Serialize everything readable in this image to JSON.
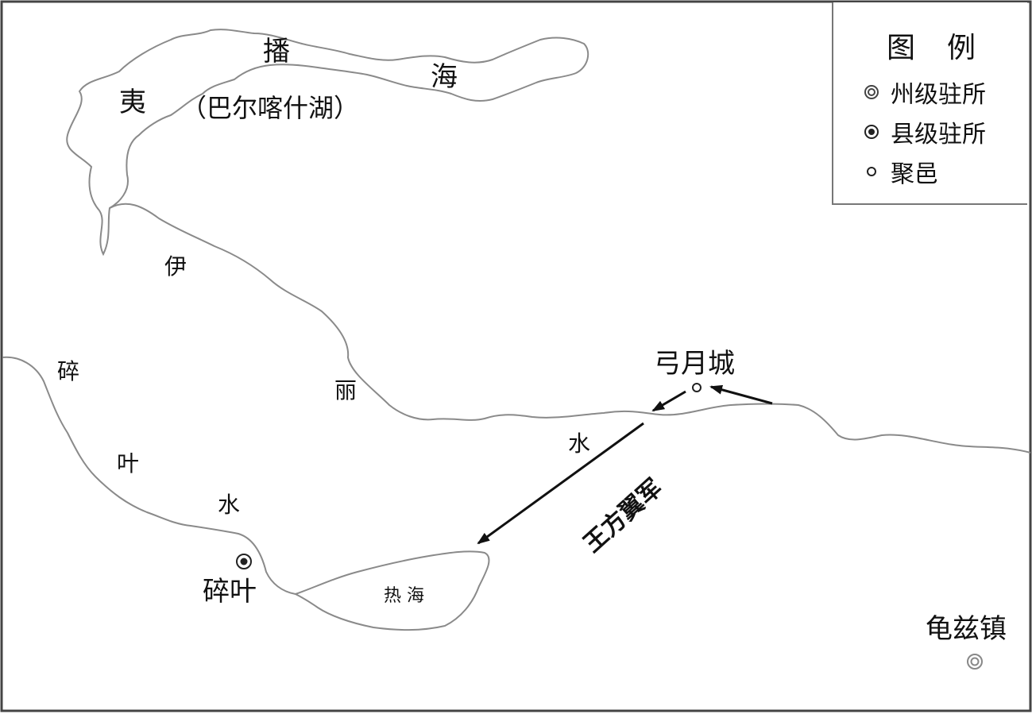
{
  "map": {
    "lake_balkhash": {
      "chars": [
        "夷",
        "播",
        "海"
      ],
      "note": "（巴尔喀什湖）"
    },
    "river_ili": {
      "chars": [
        "伊",
        "丽",
        "水"
      ]
    },
    "river_suiye": {
      "chars": [
        "碎",
        "叶",
        "水"
      ]
    },
    "lake_rehai": "热 海",
    "places": {
      "gongyue": "弓月城",
      "suiye": "碎叶",
      "qiuci": "龟兹镇"
    },
    "army": "王方翼军"
  },
  "legend": {
    "title": "图例",
    "items": [
      {
        "label": "州级驻所",
        "icon": "double-ring-icon"
      },
      {
        "label": "县级驻所",
        "icon": "dot-ring-icon"
      },
      {
        "label": "聚邑",
        "icon": "small-ring-icon"
      }
    ]
  },
  "colors": {
    "line": "#8a8a8a",
    "ink": "#111111",
    "frame": "#444444"
  }
}
